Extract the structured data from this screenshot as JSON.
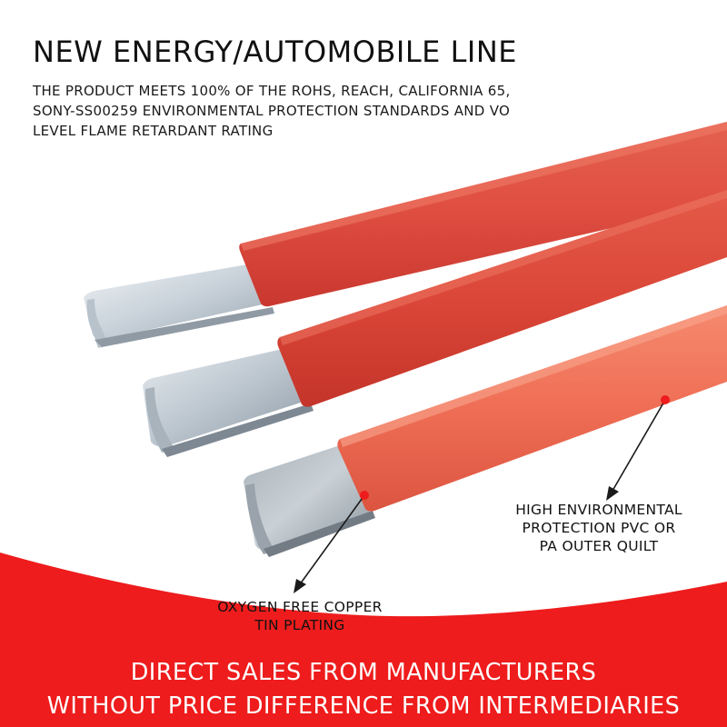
{
  "headline": "NEW ENERGY/AUTOMOBILE LINE",
  "description": "THE PRODUCT MEETS 100% OF THE ROHS, REACH, CALIFORNIA 65, SONY-SS00259 ENVIRONMENTAL PROTECTION STANDARDS AND VO LEVEL FLAME RETARDANT RATING",
  "callouts": {
    "insulation": {
      "line1": "HIGH ENVIRONMENTAL",
      "line2": "PROTECTION PVC OR",
      "line3": "PA OUTER QUILT"
    },
    "conductor": {
      "line1": "OXYGEN FREE COPPER",
      "line2": "TIN PLATING"
    }
  },
  "footer": {
    "line1": "DIRECT SALES FROM MANUFACTURERS",
    "line2": "WITHOUT PRICE DIFFERENCE FROM INTERMEDIARIES"
  },
  "colors": {
    "brand_red": "#ee1c1c",
    "insulation_red": "#e85a4c",
    "insulation_orange": "#f07058",
    "tinned_copper": "#c4cdd4",
    "text_dark": "#111111",
    "text_light": "#ffffff"
  },
  "icons": {
    "insulation_marker": "red-dot-with-arrow",
    "conductor_marker": "red-dot-with-arrow"
  }
}
